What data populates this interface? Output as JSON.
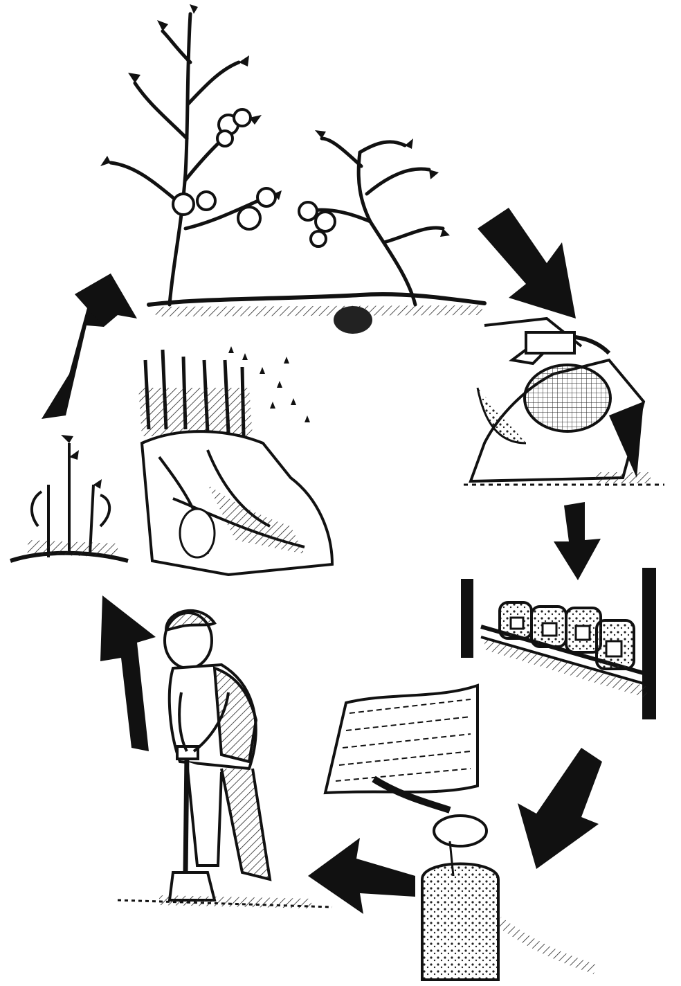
{
  "diagram": {
    "type": "cycle",
    "caption": "",
    "stages": [
      {
        "id": "mature-fruiting-plants",
        "label": ""
      },
      {
        "id": "harvest-seeds-in-sieve",
        "label": ""
      },
      {
        "id": "store-seeds-in-jars",
        "label": ""
      },
      {
        "id": "record-and-test-seeds",
        "label": ""
      },
      {
        "id": "prepare-soil-and-sow",
        "label": ""
      },
      {
        "id": "young-plants-growing",
        "label": ""
      }
    ],
    "arrows": [
      {
        "from": "mature-fruiting-plants",
        "to": "harvest-seeds-in-sieve"
      },
      {
        "from": "harvest-seeds-in-sieve",
        "to": "store-seeds-in-jars"
      },
      {
        "from": "store-seeds-in-jars",
        "to": "record-and-test-seeds"
      },
      {
        "from": "record-and-test-seeds",
        "to": "prepare-soil-and-sow"
      },
      {
        "from": "prepare-soil-and-sow",
        "to": "young-plants-growing"
      },
      {
        "from": "young-plants-growing",
        "to": "mature-fruiting-plants"
      }
    ],
    "colors": {
      "ink": "#111111",
      "paper": "#ffffff",
      "hatch": "#333333"
    }
  }
}
